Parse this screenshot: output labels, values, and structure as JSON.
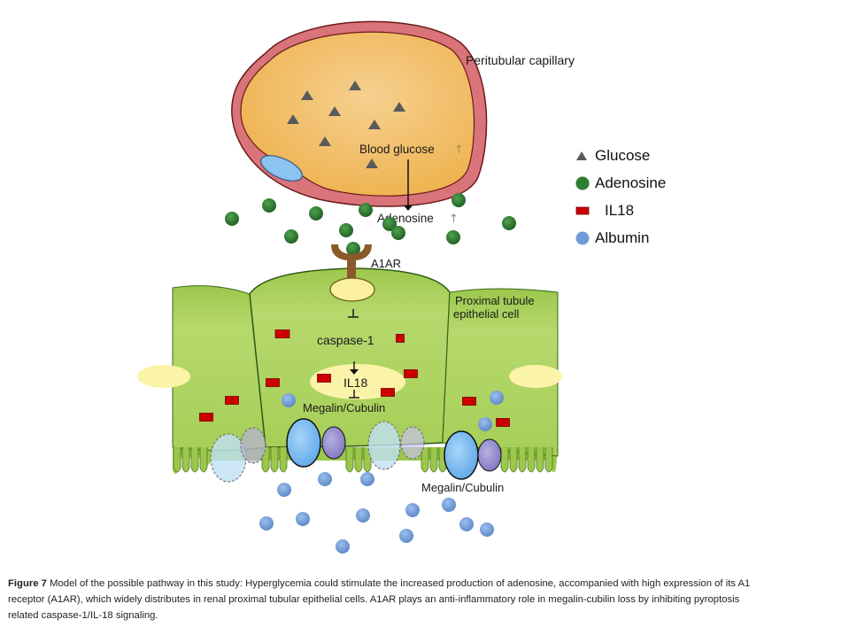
{
  "figure": {
    "labels": {
      "capillary": "Peritubular capillary",
      "blood_glucose": "Blood glucose",
      "blood_glucose_arrow": "↑",
      "adenosine": "Adenosine",
      "adenosine_arrow": "↑",
      "receptor": "A1AR",
      "cell": [
        "Proximal tubule",
        "epithelial cell"
      ],
      "inhibit_symbol": "⊥",
      "caspase": "caspase-1",
      "il18": "IL18",
      "megalin_inner": "Megalin/Cubulin",
      "megalin_outer": "Megalin/Cubulin"
    },
    "colors": {
      "capillary_wall": "#d9747a",
      "capillary_lumen": "#f0b85a",
      "glucose": "#5a5a5a",
      "adenosine": "#2f7d32",
      "il18": "#cc0000",
      "albumin": "#6f9bd8",
      "cell": "#a8cf5a",
      "receptor": "#8a5a2b",
      "nucleus": "#fbf3a8"
    }
  },
  "legend": {
    "items": [
      {
        "symbol": "triangle",
        "label": "Glucose",
        "color": "#5a5a5a"
      },
      {
        "symbol": "circle",
        "label": "Adenosine",
        "color": "#2f7d32"
      },
      {
        "symbol": "rect",
        "label": "IL18",
        "color": "#cc0000"
      },
      {
        "symbol": "circle",
        "label": "Albumin",
        "color": "#6f9bd8"
      }
    ]
  },
  "caption": {
    "figure_number": "Figure 7",
    "text_line1": " Model of the possible pathway in this study: Hyperglycemia could stimulate the increased production of adenosine, accompanied with high expression of its A1",
    "text_line2": "receptor (A1AR), which widely distributes in renal proximal tubular epithelial cells. A1AR plays an anti-inflammatory role in megalin-cubilin loss by inhibiting pyroptosis",
    "text_line3": "related caspase-1/IL-18 signaling."
  }
}
